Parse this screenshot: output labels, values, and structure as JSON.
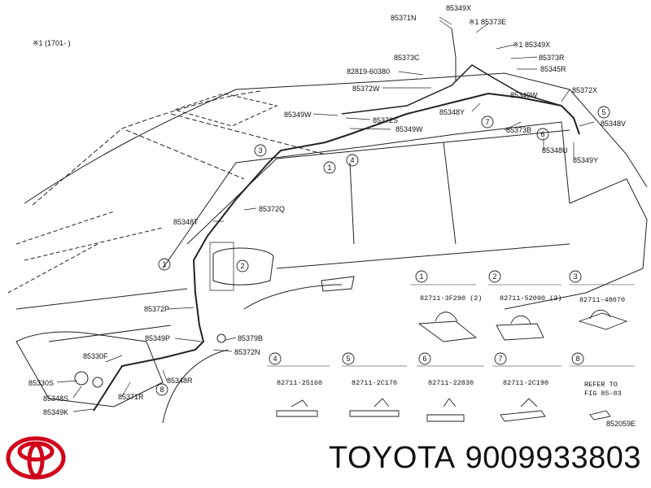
{
  "note": "※1 (1701-      )",
  "callouts": {
    "c85349X_top": "85349X",
    "c85371N": "85371N",
    "c85373E": "※1 85373E",
    "c85349X_2": "※1 85349X",
    "c85373R": "85373R",
    "c85373C": "85373C",
    "c85345R": "85345R",
    "c82819": "82819-60380",
    "c85372W": "85372W",
    "c85372X": "85372X",
    "c85349W_1": "85349W",
    "c85348Y": "85348Y",
    "c85372S": "85372S",
    "c85349W_2": "85349W",
    "c85373B": "85373B",
    "c85348V": "85348V",
    "c85348U": "85348U",
    "c85349Y": "85349Y",
    "c85372Q": "85372Q",
    "c85348T": "85348T",
    "c85372P": "85372P",
    "c85349P": "85349P",
    "c85379B": "85379B",
    "c85372N": "85372N",
    "c85330F": "85330F",
    "c85330S": "85330S",
    "c85348S": "85348S",
    "c85348R": "85348R",
    "c85371R": "85371R",
    "c85349K": "85349K"
  },
  "clips": [
    {
      "num": "1",
      "part": "82711-3F290 (2)"
    },
    {
      "num": "2",
      "part": "82711-52090 (2)"
    },
    {
      "num": "3",
      "part": "82711-48070"
    },
    {
      "num": "4",
      "part": "82711-25160"
    },
    {
      "num": "5",
      "part": "82711-2C170"
    },
    {
      "num": "6",
      "part": "82711-22830"
    },
    {
      "num": "7",
      "part": "82711-2C190"
    },
    {
      "num": "8",
      "part": "REFER TO",
      "part2": "FIG 85-03"
    }
  ],
  "figure_code": "852059E",
  "brand": "TOYOTA",
  "part_number": "9009933803"
}
